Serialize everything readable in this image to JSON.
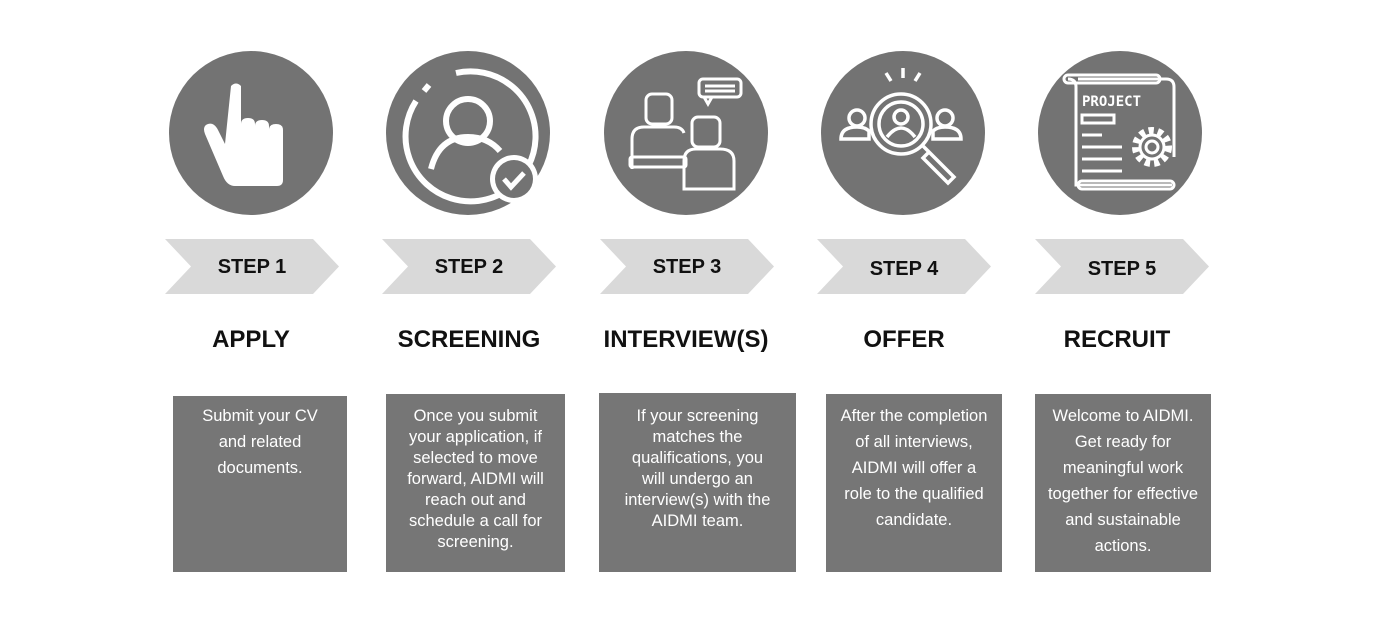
{
  "steps": [
    {
      "step": "STEP 1",
      "title": "APPLY",
      "description": "Submit your CV and related documents.",
      "icon": "pointing-hand-icon"
    },
    {
      "step": "STEP 2",
      "title": "SCREENING",
      "description": "Once you submit your application, if selected to move forward, AIDMI will reach out and schedule a call for screening.",
      "icon": "user-check-icon"
    },
    {
      "step": "STEP 3",
      "title": "INTERVIEW(S)",
      "description": "If your screening matches the qualifications, you will undergo an interview(s) with the AIDMI team.",
      "icon": "interview-icon"
    },
    {
      "step": "STEP 4",
      "title": "OFFER",
      "description": "After the completion of all interviews, AIDMI will offer a role to the qualified candidate.",
      "icon": "candidate-search-icon"
    },
    {
      "step": "STEP 5",
      "title": "RECRUIT",
      "description": "Welcome to AIDMI. Get ready for meaningful work together for effective and sustainable actions.",
      "icon": "project-document-icon",
      "icon_text": "PROJECT"
    }
  ],
  "colors": {
    "circle": "#737373",
    "chevron": "#d9d9d9",
    "box": "#767676"
  }
}
